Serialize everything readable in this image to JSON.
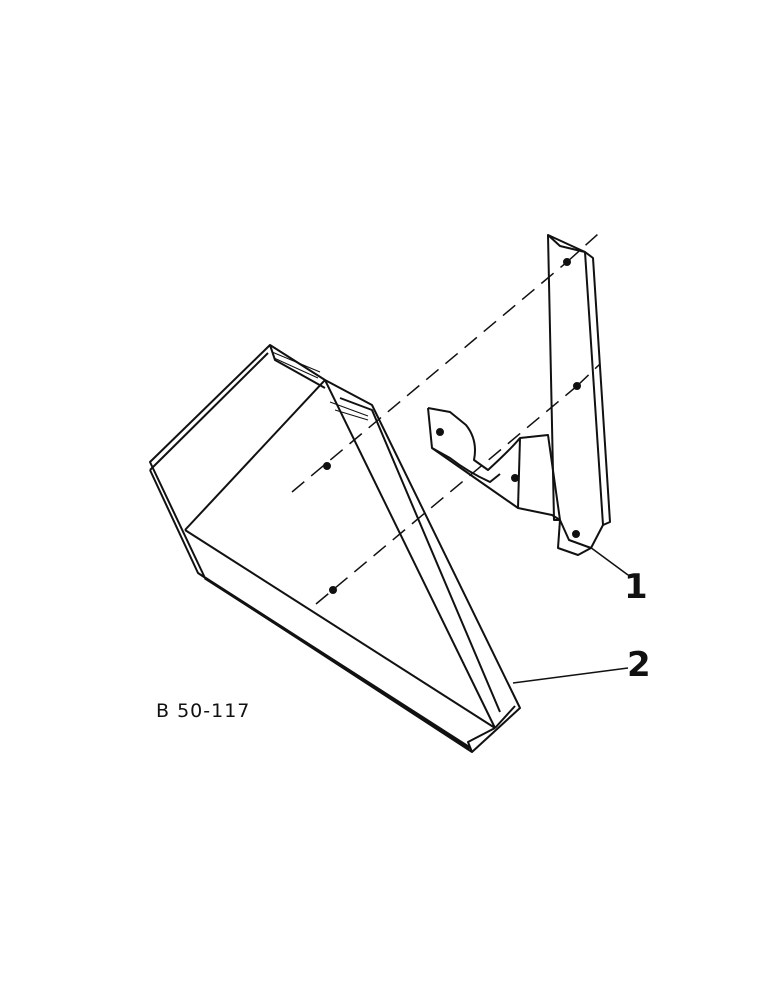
{
  "figure": {
    "code": "B 50-117",
    "callouts": [
      {
        "number": "1",
        "part": "bracket"
      },
      {
        "number": "2",
        "part": "shield"
      }
    ]
  },
  "colors": {
    "line": "#111111",
    "background": "#ffffff"
  }
}
